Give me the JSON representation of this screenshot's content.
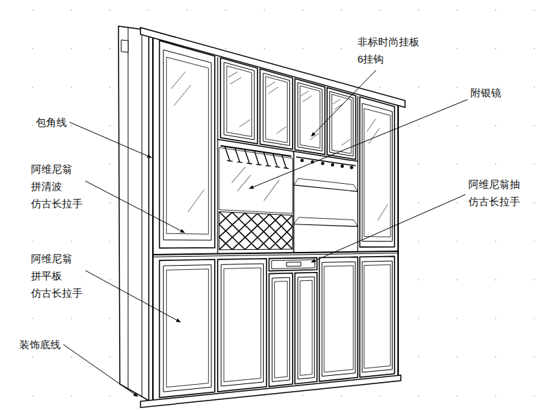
{
  "diagram": {
    "labels": [
      "非标时尚挂板 6挂钩",
      "附银镜",
      "包角线",
      "阿维尼翁 拼清波 仿古长拉手",
      "阿维尼翁抽 仿古长拉手",
      "阿维尼翁 拼平板 仿古长拉手",
      "装饰底线"
    ]
  }
}
